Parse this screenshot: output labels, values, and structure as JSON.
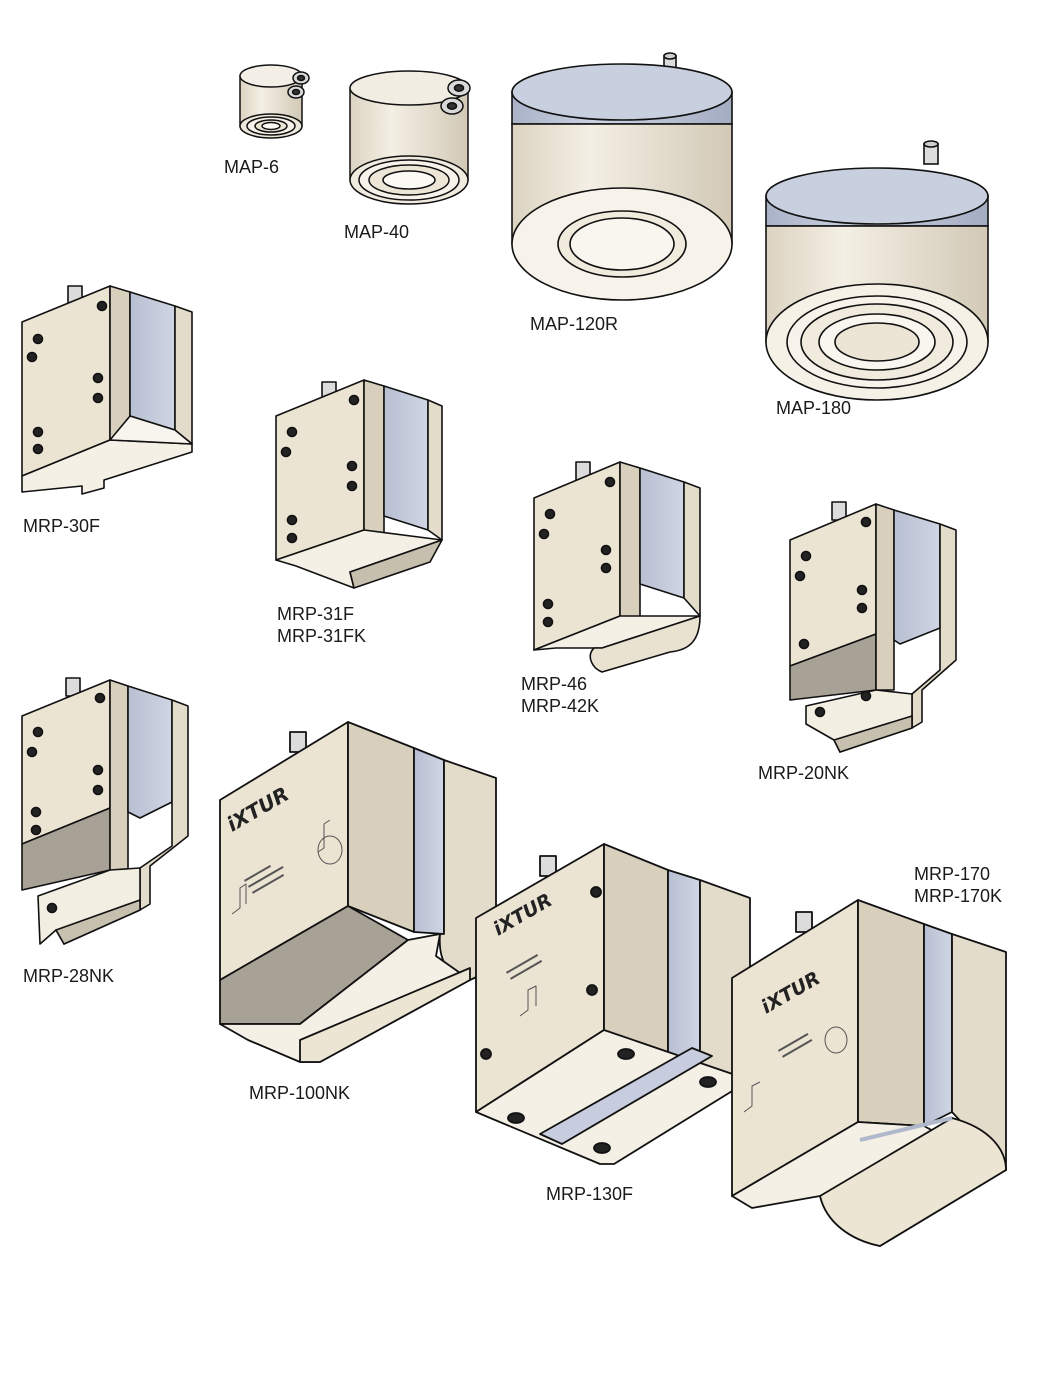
{
  "products": [
    {
      "id": "map-6",
      "labels": [
        "MAP-6"
      ]
    },
    {
      "id": "map-40",
      "labels": [
        "MAP-40"
      ]
    },
    {
      "id": "map-120r",
      "labels": [
        "MAP-120R"
      ]
    },
    {
      "id": "map-180",
      "labels": [
        "MAP-180"
      ]
    },
    {
      "id": "mrp-30f",
      "labels": [
        "MRP-30F"
      ]
    },
    {
      "id": "mrp-31f",
      "labels": [
        "MRP-31F",
        "MRP-31FK"
      ]
    },
    {
      "id": "mrp-46",
      "labels": [
        "MRP-46",
        "MRP-42K"
      ]
    },
    {
      "id": "mrp-20nk",
      "labels": [
        "MRP-20NK"
      ]
    },
    {
      "id": "mrp-28nk",
      "labels": [
        "MRP-28NK"
      ]
    },
    {
      "id": "mrp-100nk",
      "labels": [
        "MRP-100NK"
      ]
    },
    {
      "id": "mrp-130f",
      "labels": [
        "MRP-130F"
      ]
    },
    {
      "id": "mrp-170",
      "labels": [
        "MRP-170",
        "MRP-170K"
      ]
    }
  ],
  "brand": "iXTUR",
  "colors": {
    "body": "#ece4d3",
    "body_dark": "#d6cdbb",
    "face_light": "#f7f3ea",
    "pad_blue": "#c3cada",
    "chamfer": "#a8a195",
    "outline": "#111111"
  }
}
